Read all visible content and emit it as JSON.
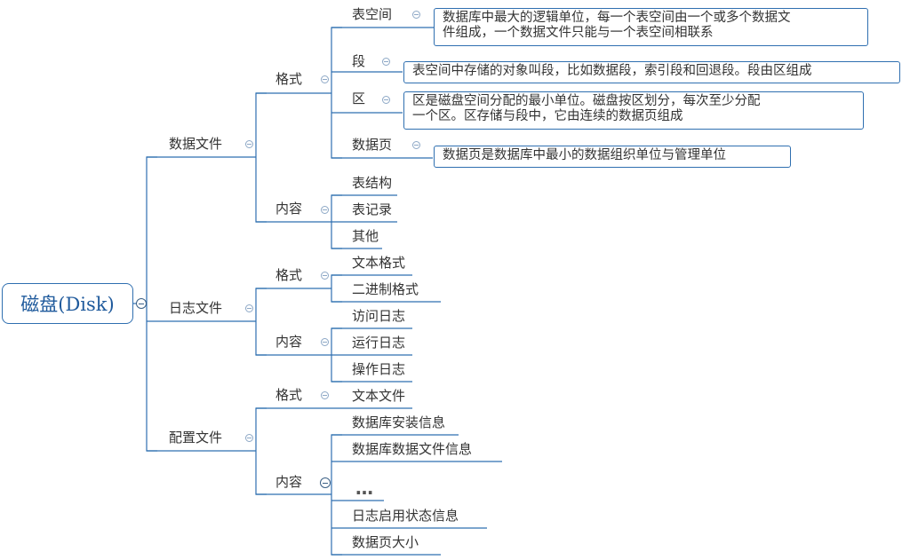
{
  "root": {
    "label": "磁盘(Disk)"
  },
  "data_file": {
    "label": "数据文件",
    "format": {
      "label": "格式",
      "tablespace": {
        "label": "表空间",
        "desc": [
          "数据库中最大的逻辑单位，每一个表空间由一个或多个数据文",
          "件组成，一个数据文件只能与一个表空间相联系"
        ]
      },
      "segment": {
        "label": "段",
        "desc": [
          "表空间中存储的对象叫段，比如数据段，索引段和回退段。段由区组成"
        ]
      },
      "extent": {
        "label": "区",
        "desc": [
          "区是磁盘空间分配的最小单位。磁盘按区划分，每次至少分配",
          "一个区。区存储与段中，它由连续的数据页组成"
        ]
      },
      "page": {
        "label": "数据页",
        "desc": [
          "数据页是数据库中最小的数据组织单位与管理单位"
        ]
      }
    },
    "content": {
      "label": "内容",
      "items": [
        "表结构",
        "表记录",
        "其他"
      ]
    }
  },
  "log_file": {
    "label": "日志文件",
    "format": {
      "label": "格式",
      "items": [
        "文本格式",
        "二进制格式"
      ]
    },
    "content": {
      "label": "内容",
      "items": [
        "访问日志",
        "运行日志",
        "操作日志"
      ]
    }
  },
  "config_file": {
    "label": "配置文件",
    "format": {
      "label": "格式",
      "items": [
        "文本文件"
      ]
    },
    "content": {
      "label": "内容",
      "items": [
        "数据库安装信息",
        "数据库数据文件信息",
        "…",
        "日志启用状态信息",
        "数据页大小"
      ]
    }
  },
  "colors": {
    "line": "#2f6fb0",
    "text": "#333333",
    "root_text": "#1f5a9c"
  }
}
